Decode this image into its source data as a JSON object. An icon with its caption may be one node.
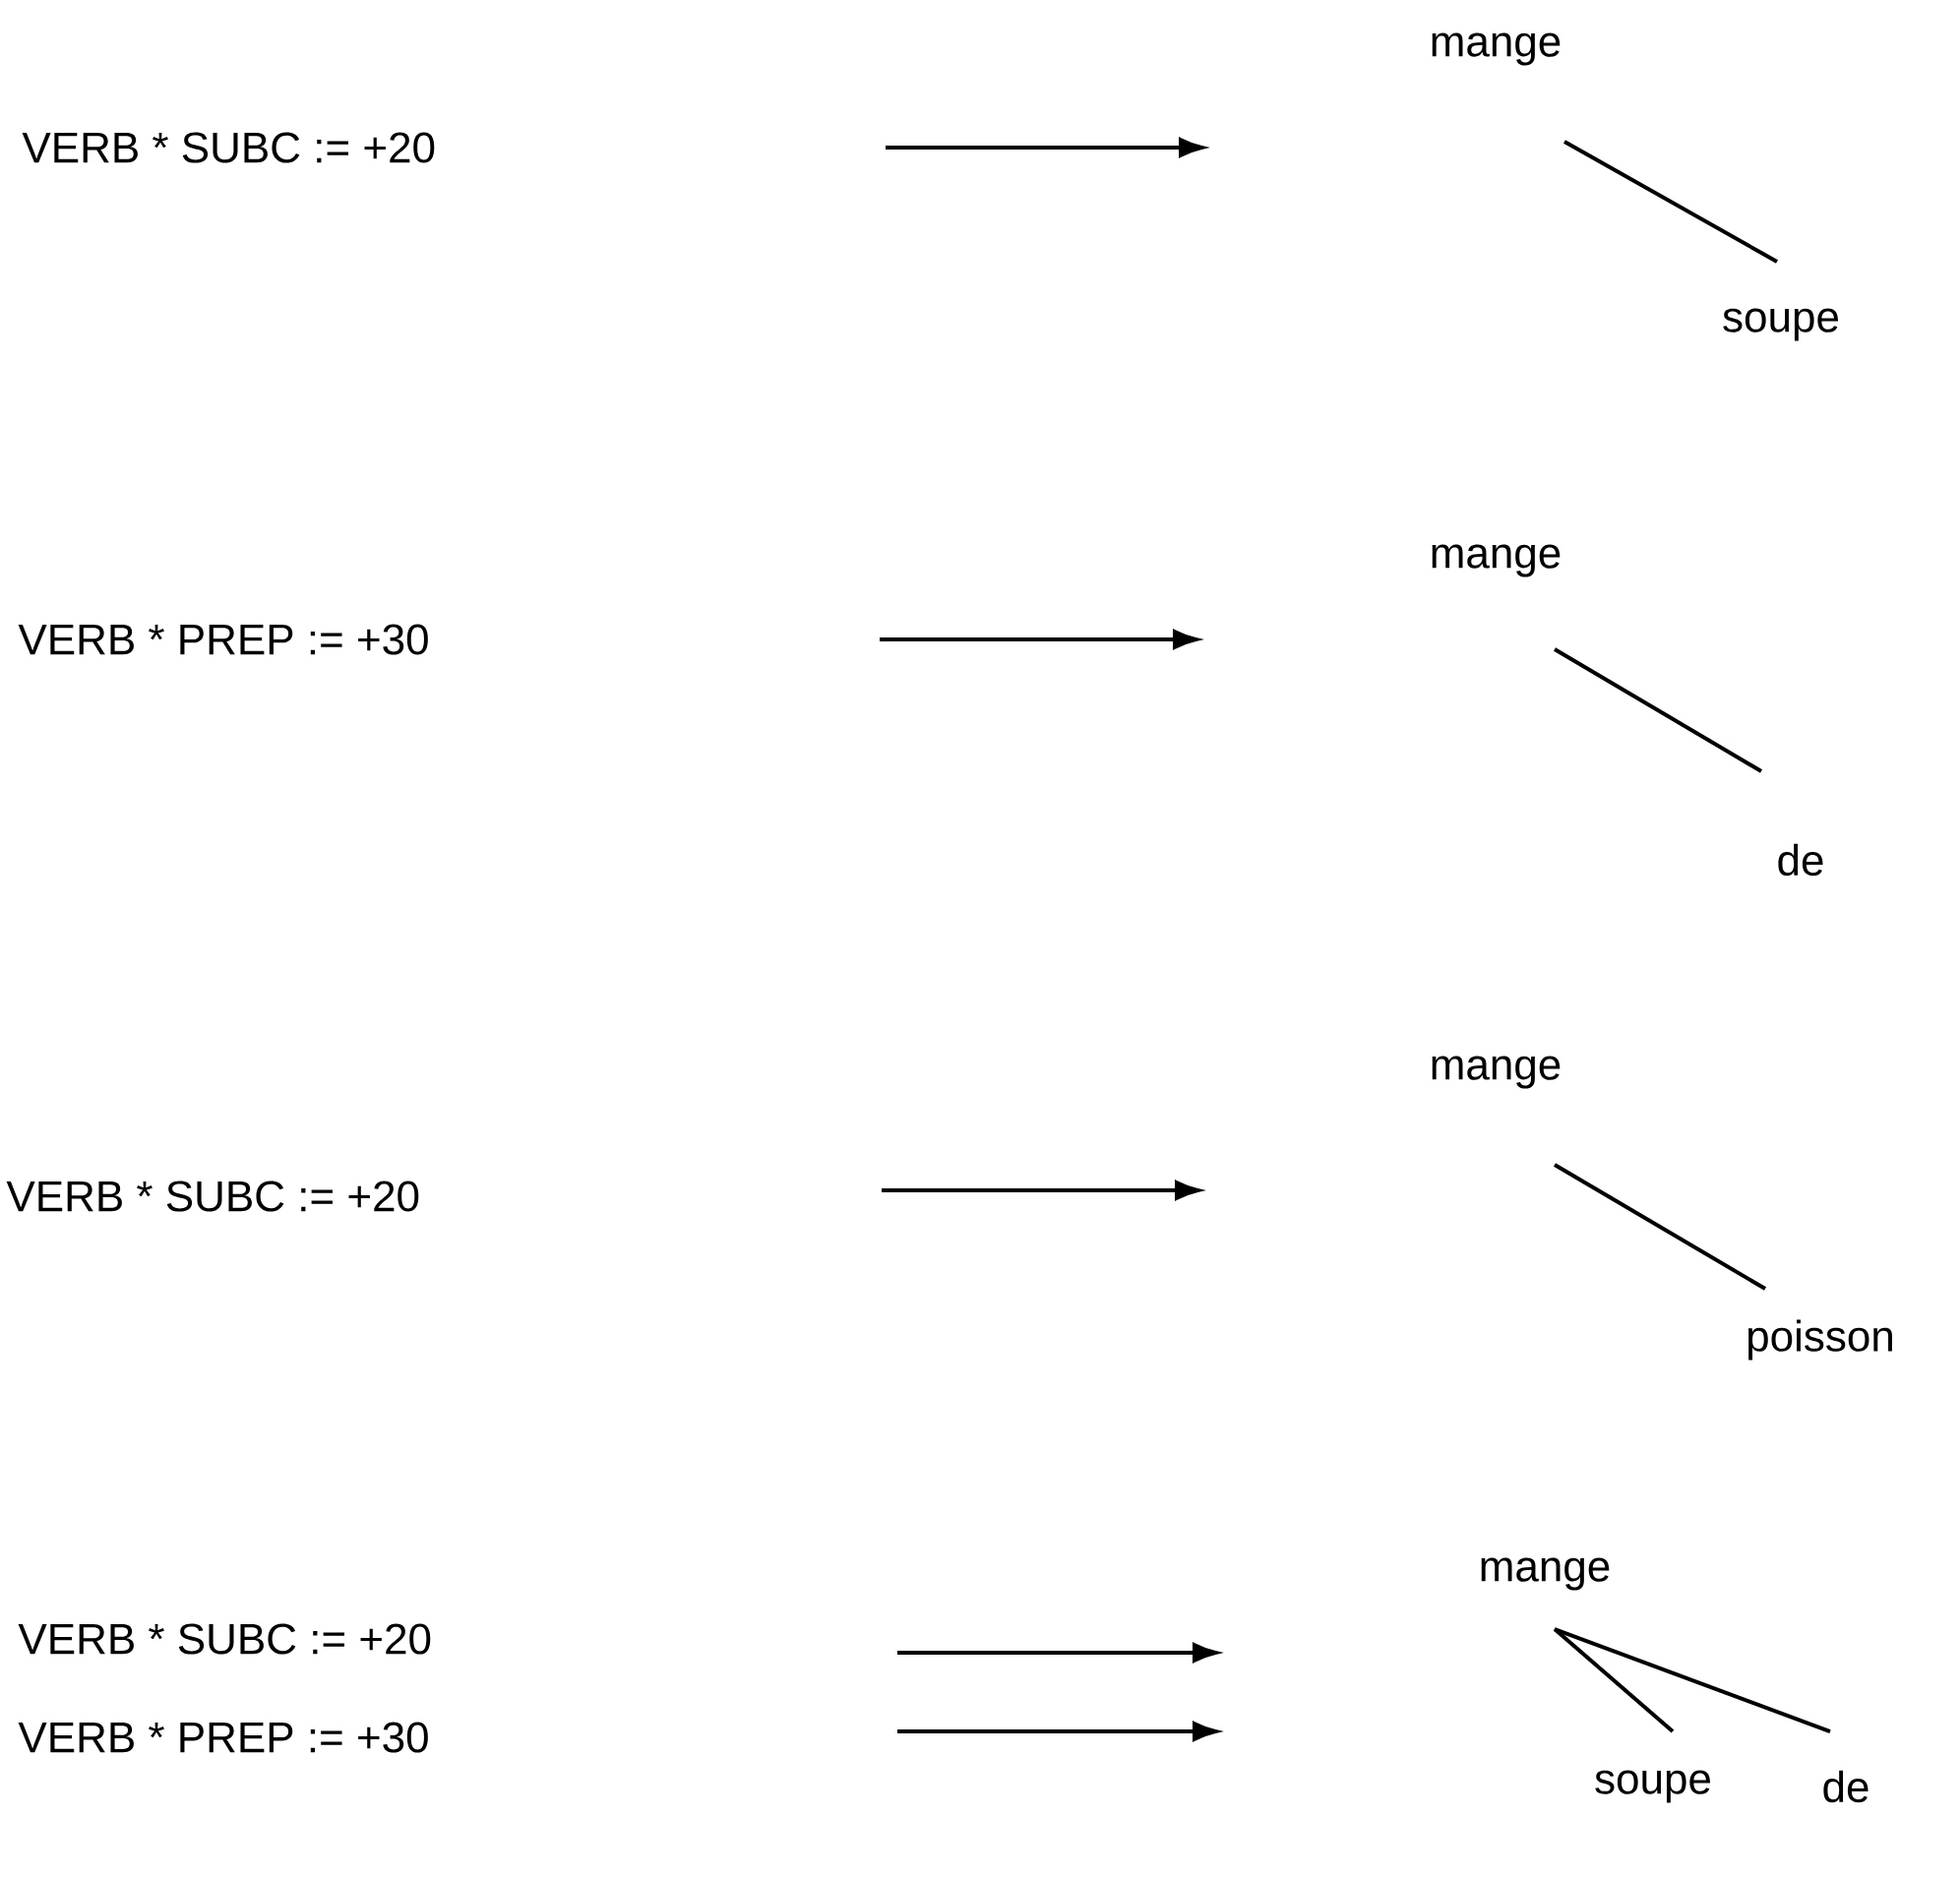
{
  "diagram": {
    "nodes": [
      {
        "text": [
          "VERB * SUBC := +20"
        ]
      },
      {
        "text": [
          "mange"
        ]
      },
      {
        "text": [
          "soupe"
        ]
      },
      {
        "text": [
          "VERB * PREP := +30"
        ]
      },
      {
        "text": [
          "mange"
        ]
      },
      {
        "text": [
          "de"
        ]
      },
      {
        "text": [
          "VERB * SUBC := +20"
        ]
      },
      {
        "text": [
          "mange"
        ]
      },
      {
        "text": [
          "poisson"
        ]
      },
      {
        "text": [
          "VERB * SUBC := +20"
        ]
      },
      {
        "text": [
          "VERB * PREP := +30"
        ]
      },
      {
        "text": [
          "mange"
        ]
      },
      {
        "text": [
          "soupe"
        ]
      },
      {
        "text": [
          "de"
        ]
      }
    ],
    "edges": [
      {
        "from": 1,
        "to": 2,
        "arrow": "none"
      },
      {
        "from": 4,
        "to": 5,
        "arrow": "none"
      },
      {
        "from": 7,
        "to": 8,
        "arrow": "none"
      },
      {
        "from": 11,
        "to": 12,
        "arrow": "none"
      },
      {
        "from": 11,
        "to": 13,
        "arrow": "none"
      }
    ]
  }
}
